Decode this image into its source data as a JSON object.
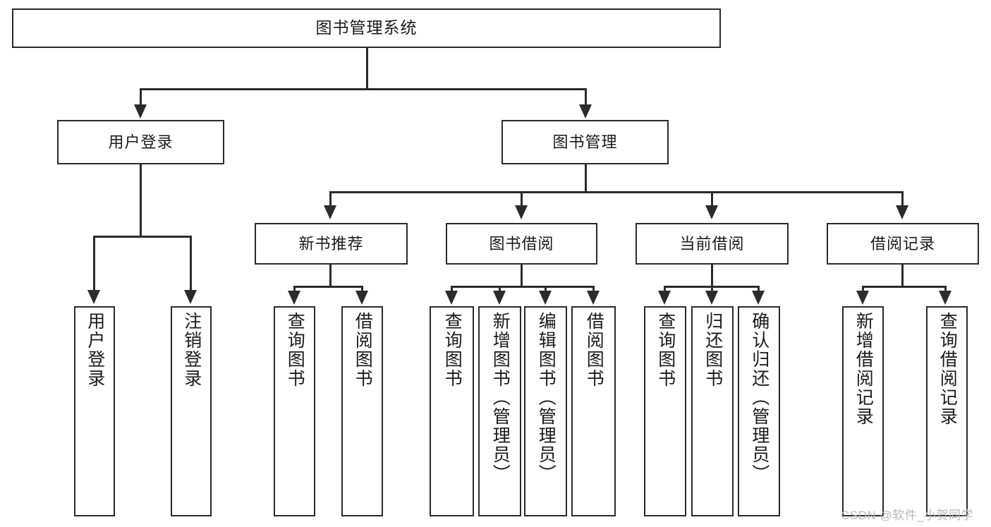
{
  "diagram": {
    "type": "tree-hierarchy-chart",
    "title": "图书管理系统",
    "watermark": "CSDN @软件_小贺同学",
    "colors": {
      "stroke": "#2b2b2b",
      "fill": "#ffffff",
      "text": "#1a1a1a",
      "watermark": "#b9b9b9"
    },
    "levels": [
      {
        "level": 1,
        "nodes": [
          {
            "id": "root",
            "label": "图书管理系统",
            "orientation": "horizontal"
          }
        ]
      },
      {
        "level": 2,
        "nodes": [
          {
            "id": "user-login",
            "label": "用户登录",
            "orientation": "horizontal",
            "parent": "root"
          },
          {
            "id": "book-manage",
            "label": "图书管理",
            "orientation": "horizontal",
            "parent": "root"
          }
        ]
      },
      {
        "level": 3,
        "nodes": [
          {
            "id": "new-book-recommend",
            "label": "新书推荐",
            "orientation": "horizontal",
            "parent": "book-manage"
          },
          {
            "id": "book-borrow",
            "label": "图书借阅",
            "orientation": "horizontal",
            "parent": "book-manage"
          },
          {
            "id": "current-borrow",
            "label": "当前借阅",
            "orientation": "horizontal",
            "parent": "book-manage"
          },
          {
            "id": "borrow-record",
            "label": "借阅记录",
            "orientation": "horizontal",
            "parent": "book-manage"
          }
        ]
      },
      {
        "level": 4,
        "nodes": [
          {
            "id": "leaf-user-login",
            "label": "用户登录",
            "orientation": "vertical",
            "parent": "user-login"
          },
          {
            "id": "leaf-user-logout",
            "label": "注销登录",
            "orientation": "vertical",
            "parent": "user-login"
          },
          {
            "id": "leaf-query-book-1",
            "label": "查询图书",
            "orientation": "vertical",
            "parent": "new-book-recommend"
          },
          {
            "id": "leaf-borrow-book-1",
            "label": "借阅图书",
            "orientation": "vertical",
            "parent": "new-book-recommend"
          },
          {
            "id": "leaf-query-book-2",
            "label": "查询图书",
            "orientation": "vertical",
            "parent": "book-borrow"
          },
          {
            "id": "leaf-add-book",
            "label": "新增图书（管理员）",
            "orientation": "vertical",
            "parent": "book-borrow"
          },
          {
            "id": "leaf-edit-book",
            "label": "编辑图书（管理员）",
            "orientation": "vertical",
            "parent": "book-borrow"
          },
          {
            "id": "leaf-borrow-book-2",
            "label": "借阅图书",
            "orientation": "vertical",
            "parent": "book-borrow"
          },
          {
            "id": "leaf-query-book-3",
            "label": "查询图书",
            "orientation": "vertical",
            "parent": "current-borrow"
          },
          {
            "id": "leaf-return-book",
            "label": "归还图书",
            "orientation": "vertical",
            "parent": "current-borrow"
          },
          {
            "id": "leaf-confirm-return",
            "label": "确认归还（管理员）",
            "orientation": "vertical",
            "parent": "current-borrow"
          },
          {
            "id": "leaf-add-record",
            "label": "新增借阅记录",
            "orientation": "vertical",
            "parent": "borrow-record"
          },
          {
            "id": "leaf-query-record",
            "label": "查询借阅记录",
            "orientation": "vertical",
            "parent": "borrow-record"
          }
        ]
      }
    ]
  }
}
